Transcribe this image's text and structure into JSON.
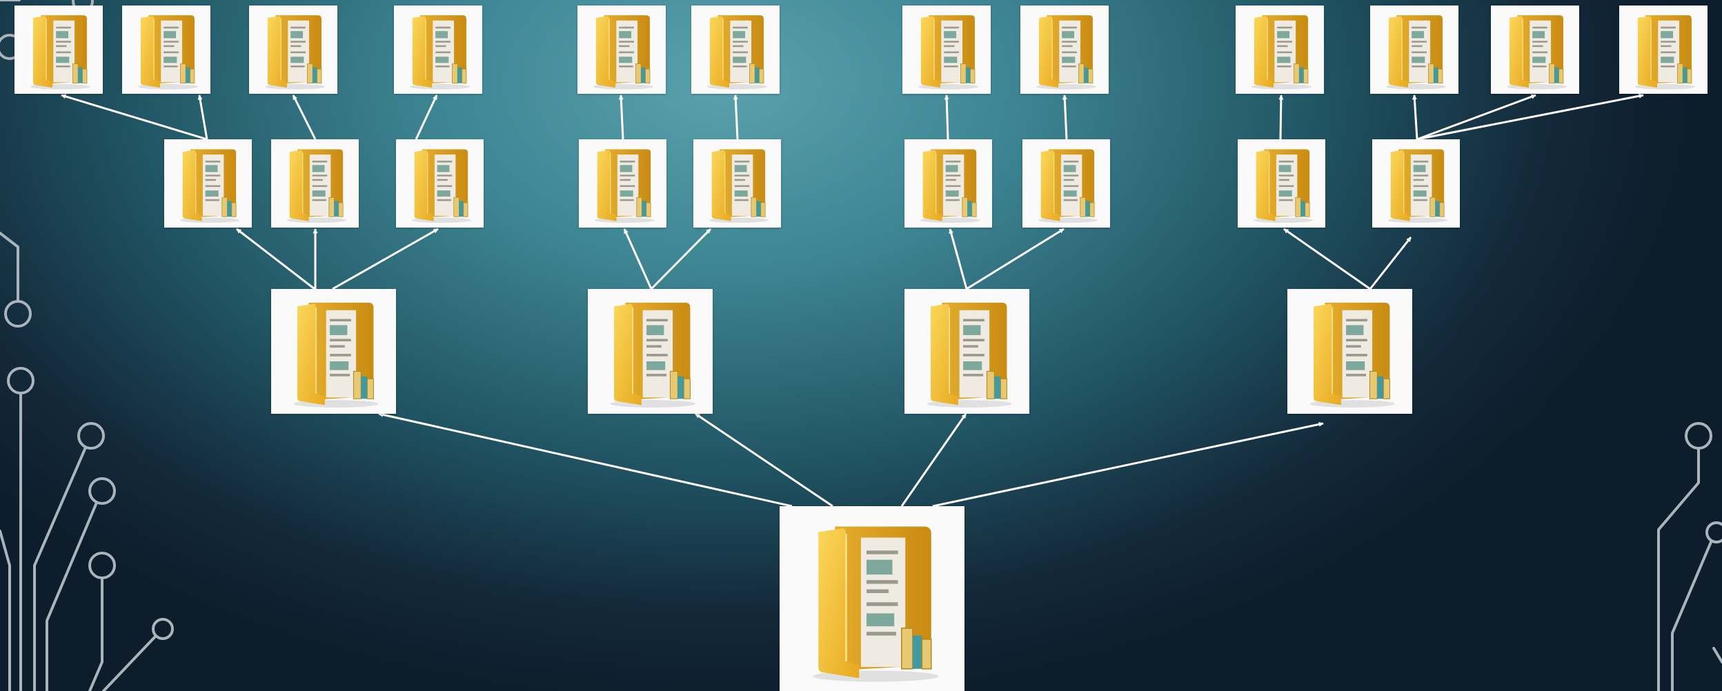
{
  "diagram": {
    "type": "folder-tree",
    "icon": "folder-icon",
    "colors": {
      "arrow": "#ffffff",
      "circuit": "#a9b4bc",
      "folder_front": "#f3c23a",
      "folder_back": "#d99c1f",
      "node_bg": "#fafafa"
    },
    "root": {
      "id": "root",
      "label": ""
    },
    "levels": [
      {
        "level": 1,
        "nodes": [
          {
            "id": "l1-a",
            "parent": "root"
          },
          {
            "id": "l1-b",
            "parent": "root"
          },
          {
            "id": "l1-c",
            "parent": "root"
          },
          {
            "id": "l1-d",
            "parent": "root"
          }
        ]
      },
      {
        "level": 2,
        "nodes": [
          {
            "id": "l2-a1",
            "parent": "l1-a"
          },
          {
            "id": "l2-a2",
            "parent": "l1-a"
          },
          {
            "id": "l2-a3",
            "parent": "l1-a"
          },
          {
            "id": "l2-b1",
            "parent": "l1-b"
          },
          {
            "id": "l2-b2",
            "parent": "l1-b"
          },
          {
            "id": "l2-c1",
            "parent": "l1-c"
          },
          {
            "id": "l2-c2",
            "parent": "l1-c"
          },
          {
            "id": "l2-d1",
            "parent": "l1-d"
          },
          {
            "id": "l2-d2",
            "parent": "l1-d"
          }
        ]
      },
      {
        "level": 3,
        "nodes": [
          {
            "id": "l3-1",
            "parent": "l2-a1"
          },
          {
            "id": "l3-2",
            "parent": "l2-a1"
          },
          {
            "id": "l3-3",
            "parent": "l2-a2"
          },
          {
            "id": "l3-4",
            "parent": "l2-a3"
          },
          {
            "id": "l3-5",
            "parent": "l2-b1"
          },
          {
            "id": "l3-6",
            "parent": "l2-b2"
          },
          {
            "id": "l3-7",
            "parent": "l2-c1"
          },
          {
            "id": "l3-8",
            "parent": "l2-c2"
          },
          {
            "id": "l3-9",
            "parent": "l2-d1"
          },
          {
            "id": "l3-10",
            "parent": "l2-d2"
          },
          {
            "id": "l3-11",
            "parent": "l2-d2"
          },
          {
            "id": "l3-12",
            "parent": "l2-d2"
          }
        ]
      }
    ]
  }
}
